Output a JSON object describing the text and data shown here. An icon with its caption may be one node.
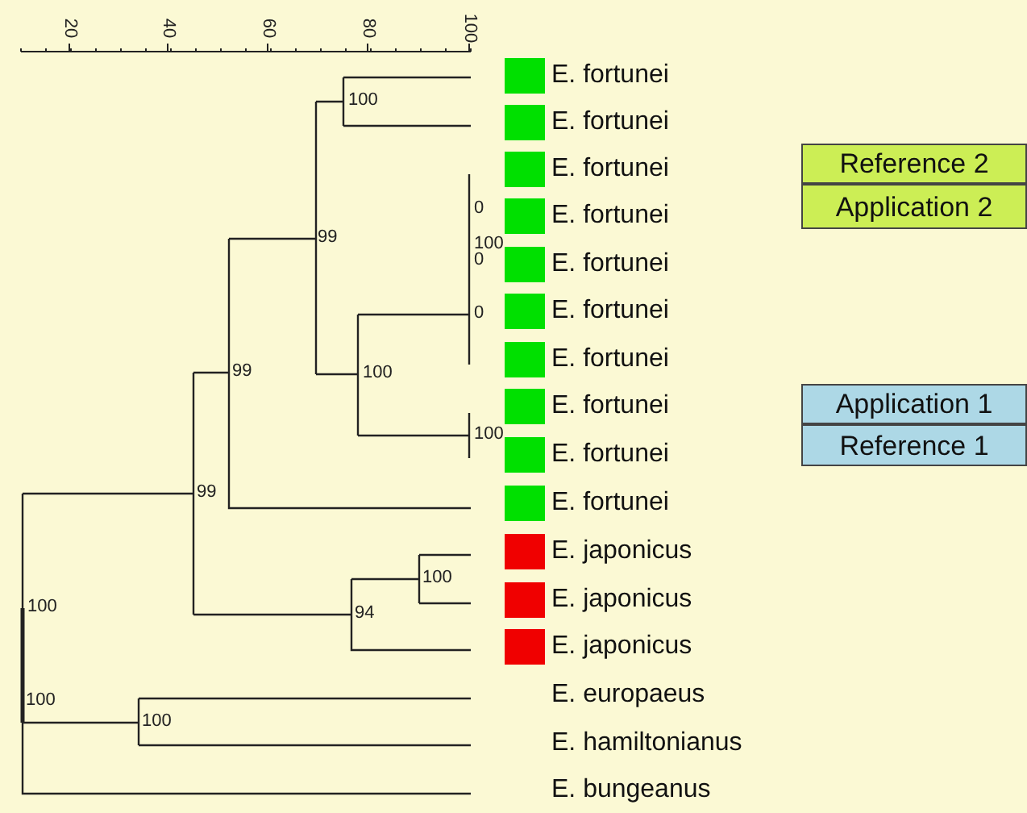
{
  "diagram": {
    "nodes": [
      {
        "text": [
          "Reference 2"
        ]
      },
      {
        "text": [
          "Application 2"
        ]
      },
      {
        "text": [
          "Application 1"
        ]
      },
      {
        "text": [
          "Reference 1"
        ]
      }
    ],
    "labels": [
      "20",
      "40",
      "60",
      "80",
      "100",
      "E. fortunei",
      "E. fortunei",
      "E. fortunei",
      "E. fortunei",
      "E. fortunei",
      "E. fortunei",
      "E. fortunei",
      "E. fortunei",
      "E. fortunei",
      "E. fortunei",
      "E. japonicus",
      "E. japonicus",
      "E. japonicus",
      "E. europaeus",
      "E. hamiltonianus",
      "E. bungeanus",
      "100",
      "0",
      "99",
      "100",
      "0",
      "0",
      "99",
      "100",
      "100",
      "99",
      "100",
      "100",
      "94",
      "100",
      "100"
    ]
  }
}
